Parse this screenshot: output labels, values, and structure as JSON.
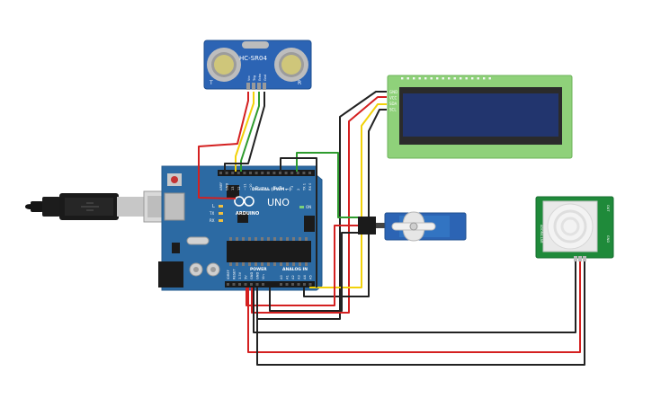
{
  "ultrasonic": {
    "model": "HC-SR04",
    "corner_t": "T",
    "corner_r": "R",
    "pins": [
      "Vcc",
      "Trig",
      "Echo",
      "Gnd"
    ]
  },
  "arduino": {
    "logo_text": "ARDUINO",
    "model": "UNO",
    "digital_label": "DIGITAL (PWM ~)",
    "power_label": "POWER",
    "analog_label": "ANALOG IN",
    "on_label": "ON",
    "tx_label": "TX",
    "rx_label": "RX",
    "l_label": "L",
    "digital_pins": [
      "AREF",
      "GND",
      "13",
      "12",
      "~11",
      "~10",
      "~9",
      "8",
      "7",
      "~6",
      "~5",
      "4",
      "~3",
      "2",
      "TX 1",
      "RX 0"
    ],
    "power_pins": [
      "IOREF",
      "RESET",
      "3.3V",
      "5V",
      "GND",
      "GND",
      "Vin"
    ],
    "analog_pins": [
      "A0",
      "A1",
      "A2",
      "A3",
      "A4",
      "A5"
    ]
  },
  "lcd": {
    "pins": [
      "GND",
      "VCC",
      "SDA",
      "SCL"
    ]
  },
  "pir": {
    "side_left": "ADDRA-LAB",
    "side_right_top": "OUT",
    "side_right_bottom": "GND"
  },
  "colors": {
    "wire_red": "#d42020",
    "wire_black": "#222222",
    "wire_yellow": "#f2d20a",
    "wire_green": "#2e9b2e",
    "board_blue": "#2c6aa3",
    "sensor_blue": "#2c64b4",
    "lcd_green": "#8fd17a",
    "lcd_screen": "#22356e",
    "pir_green": "#1f8a3a"
  }
}
